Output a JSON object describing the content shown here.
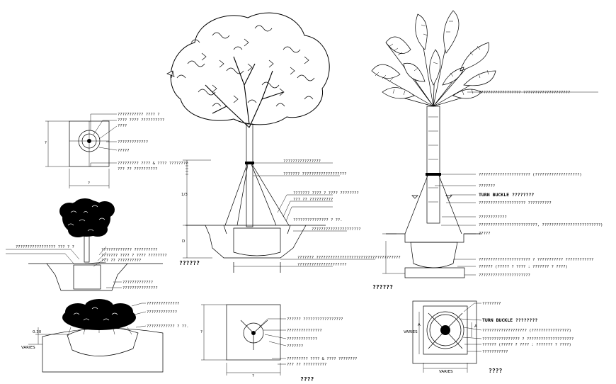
{
  "plan_small": {
    "callouts": [
      "??????????? ???? ?",
      "???? ???? ??????????",
      "????",
      "?????????????",
      "?????",
      "????????? ???? & ???? ????????",
      "??? ?? ??????????"
    ],
    "dim_h": "?",
    "dim_w": "?"
  },
  "shrub_section": {
    "callouts": [
      "????????????????? ??? ? ?",
      "????????????? ??????????",
      "??????? ???? ? ???? ????????",
      "??? ?? ??????????",
      "?????????????",
      "???????????????"
    ]
  },
  "hedge_section": {
    "callouts": [
      "??????????????",
      "?????????????",
      "???????????? ? ??."
    ],
    "dim_top": "0.30",
    "dim_side": "VARIES"
  },
  "tree_section": {
    "callouts": [
      "????????????????",
      "??????? ???????????????????",
      "??????? ???? ? ???? ????????",
      "??? ?? ??????????",
      "??????????????? ? ??.",
      "?????????????????????",
      "??????? ????????????????????????????????????",
      "?????????????????????"
    ],
    "dim_ratio": "1/3",
    "dim_depth": "D",
    "caption": "??????"
  },
  "plan_tree": {
    "callouts": [
      "?????? ?????????????????",
      "???????????????",
      "?????????????",
      "???????",
      "????????? ???? & ???? ????????",
      "??? ?? ??????????"
    ],
    "dim_h": "?",
    "dim_w": "?",
    "caption": "????"
  },
  "palm_section": {
    "callouts": [
      "?????????????????? ????????????????????",
      "?????????????????????? (???????????????????)",
      "???????",
      "TURN BUCKLE ????????",
      "???????????????????? ??????????",
      "????????????",
      "?????????????????????????, ?????????????????????????)",
      "?????",
      "?????????????????????? ? ??????????? ????????????",
      "?????? (????? ? ???? : ??????? ? ????)",
      "??????????????????????"
    ],
    "caption": "??????"
  },
  "plan_palm": {
    "callouts": [
      "????????",
      "TURN BUCKLE ????????",
      "??????????????????? (????????????????)",
      "???????????????? ? ????????????????????",
      "?????? (????? ? ???? : ??????? ? ????)",
      "???????????"
    ],
    "dim_side": "VARIES",
    "dim_bottom": "VARIES",
    "dim_a": "A",
    "caption": "????"
  }
}
